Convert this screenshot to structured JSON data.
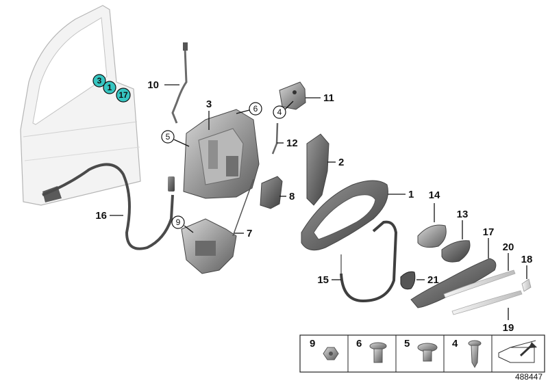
{
  "door_callouts": [
    "3",
    "1",
    "17"
  ],
  "parts": {
    "p1": "1",
    "p2": "2",
    "p3": "3",
    "p4": "4",
    "p5": "5",
    "p6": "6",
    "p7": "7",
    "p8": "8",
    "p9": "9",
    "p10": "10",
    "p11": "11",
    "p12": "12",
    "p13": "13",
    "p14": "14",
    "p15": "15",
    "p16": "16",
    "p17": "17",
    "p18": "18",
    "p19": "19",
    "p20": "20",
    "p21": "21"
  },
  "fastener_table": [
    "9",
    "6",
    "5",
    "4"
  ],
  "reference_number": "488447",
  "colors": {
    "callout_fill": "#36c5c1",
    "part_grey": "#8a8a8a",
    "door_grey": "#f1f1f1"
  }
}
